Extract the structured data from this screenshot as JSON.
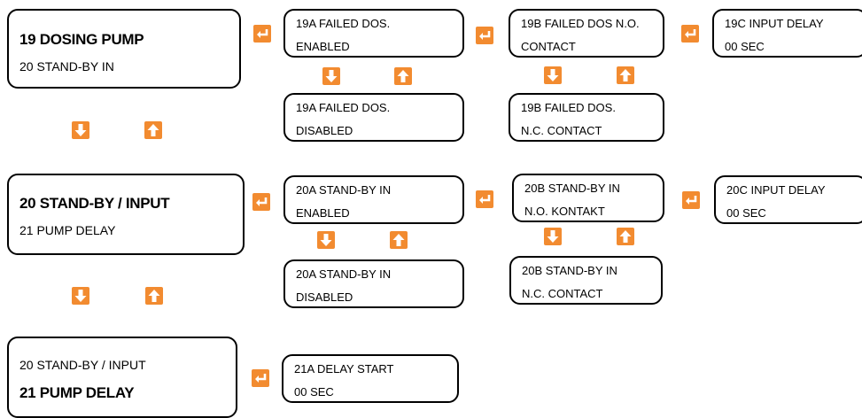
{
  "colors": {
    "icon": "#f28b30",
    "border": "#000000",
    "background": "#ffffff"
  },
  "icons": {
    "enter": "enter-return-icon",
    "down": "arrow-down-icon",
    "up": "arrow-up-icon"
  },
  "sections": [
    {
      "main": {
        "line1": "19 DOSING PUMP",
        "line2": "20 STAND-BY IN"
      },
      "a_top": {
        "line1": "19A FAILED DOS.",
        "line2": "ENABLED"
      },
      "a_bottom": {
        "line1": "19A FAILED DOS.",
        "line2": "DISABLED"
      },
      "b_top": {
        "line1": "19B FAILED DOS N.O.",
        "line2": "CONTACT"
      },
      "b_bottom": {
        "line1": "19B FAILED DOS.",
        "line2": "N.C. CONTACT"
      },
      "c": {
        "line1": "19C INPUT DELAY",
        "line2": "00 SEC"
      }
    },
    {
      "main": {
        "line1": "20 STAND-BY / INPUT",
        "line2": "21 PUMP DELAY"
      },
      "a_top": {
        "line1": "20A STAND-BY IN",
        "line2": "ENABLED"
      },
      "a_bottom": {
        "line1": "20A STAND-BY IN",
        "line2": "DISABLED"
      },
      "b_top": {
        "line1": "20B STAND-BY IN",
        "line2": "N.O. KONTAKT"
      },
      "b_bottom": {
        "line1": "20B STAND-BY IN",
        "line2": "N.C. CONTACT"
      },
      "c": {
        "line1": "20C INPUT DELAY",
        "line2": "00 SEC"
      }
    },
    {
      "main": {
        "line1": "20 STAND-BY / INPUT",
        "line2": "21 PUMP DELAY"
      },
      "a_top": {
        "line1": "21A DELAY START",
        "line2": "00 SEC"
      }
    }
  ]
}
